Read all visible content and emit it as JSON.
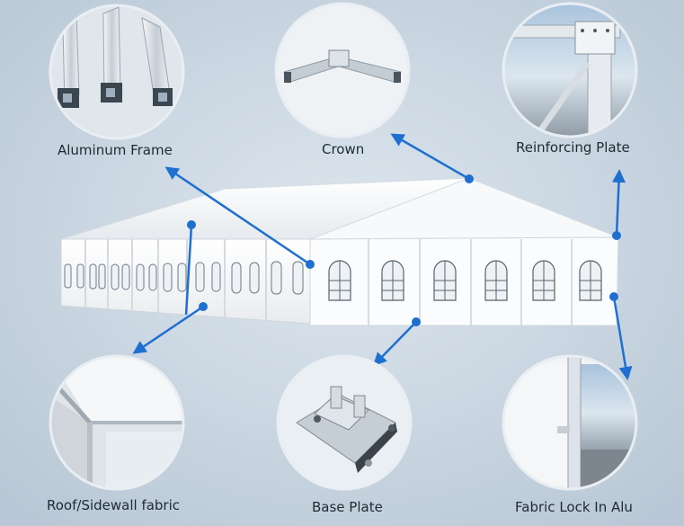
{
  "labels": {
    "aluminum_frame": "Aluminum Frame",
    "crown": "Crown",
    "reinforcing_plate": "Reinforcing Plate",
    "roof_sidewall_fabric": "Roof/Sidewall fabric",
    "base_plate": "Base Plate",
    "fabric_lock": "Fabric Lock In Alu"
  },
  "colors": {
    "background": "#c9d6e2",
    "arrow": "#1f6fd1",
    "circle_border": "#e9eef3",
    "tent_white": "#f3f5f7"
  },
  "icons": [
    "aluminum-profile-photo",
    "crown-connector-photo",
    "reinforcing-plate-photo",
    "fabric-interior-photo",
    "base-plate-photo",
    "fabric-lock-photo"
  ]
}
